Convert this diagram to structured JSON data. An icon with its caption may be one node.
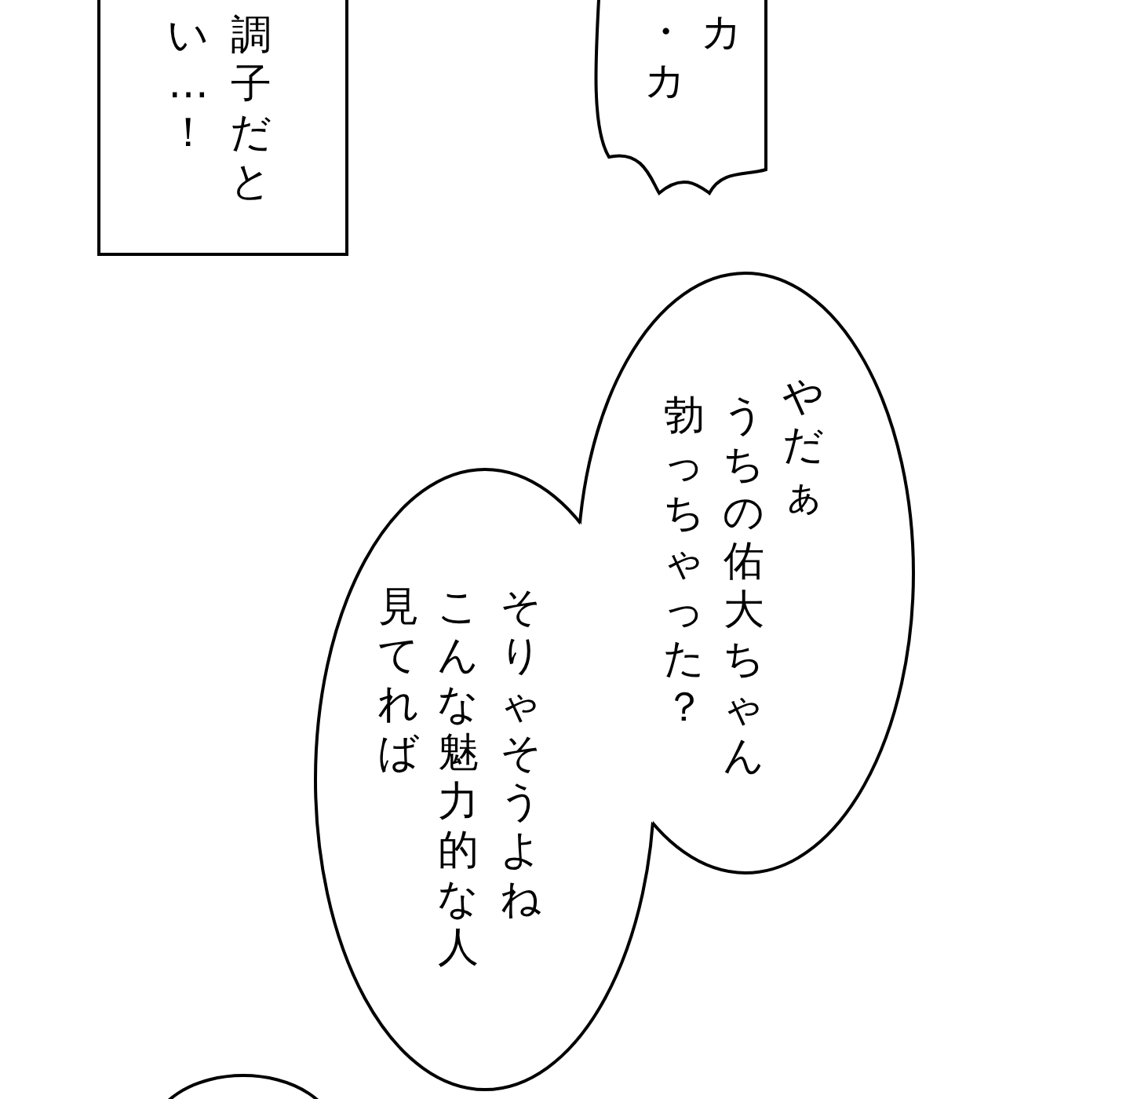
{
  "diagram": {
    "nodes": [
      {
        "text": [
          "調子だとい…！"
        ]
      },
      {
        "text": [
          "カ・カ"
        ]
      },
      {
        "text": [
          "やだぁうちの佑大ちゃん勃っちゃった？"
        ]
      },
      {
        "text": [
          "そりゃそうよねこんな魅力的な人見てれば"
        ]
      },
      {
        "text": [],
        "shape": "ellipse"
      }
    ]
  }
}
